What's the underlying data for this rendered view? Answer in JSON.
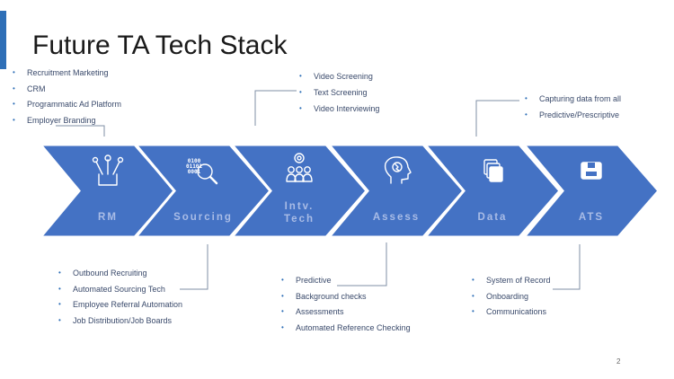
{
  "slide": {
    "title": "Future TA Tech Stack",
    "page_number": "2",
    "colors": {
      "accent": "#2e6fb7",
      "chevron": "#4472c4",
      "label": "#a9bce6",
      "icon": "#ffffff",
      "connector": "#7f8fa6"
    }
  },
  "stages": [
    {
      "label": "RM",
      "icon": "hand-network-icon"
    },
    {
      "label": "Sourcing",
      "icon": "binary-magnifier-icon"
    },
    {
      "label_lines": [
        "Intv.",
        "Tech"
      ],
      "icon": "people-group-icon"
    },
    {
      "label": "Assess",
      "icon": "head-brain-icon"
    },
    {
      "label": "Data",
      "icon": "stacked-pages-icon"
    },
    {
      "label": "ATS",
      "icon": "database-box-icon"
    }
  ],
  "callouts": {
    "rm": [
      "Recruitment Marketing",
      "CRM",
      "Programmatic Ad Platform",
      "Employer Branding"
    ],
    "intv_tech": [
      "Video Screening",
      "Text Screening",
      "Video Interviewing"
    ],
    "data": [
      "Capturing data from all",
      "Predictive/Prescriptive"
    ],
    "sourcing": [
      "Outbound Recruiting",
      "Automated Sourcing Tech",
      "Employee Referral Automation",
      "Job Distribution/Job Boards"
    ],
    "assess": [
      "Predictive",
      "Background checks",
      "Assessments",
      "Automated Reference Checking"
    ],
    "ats": [
      "System of Record",
      "Onboarding",
      "Communications"
    ]
  }
}
